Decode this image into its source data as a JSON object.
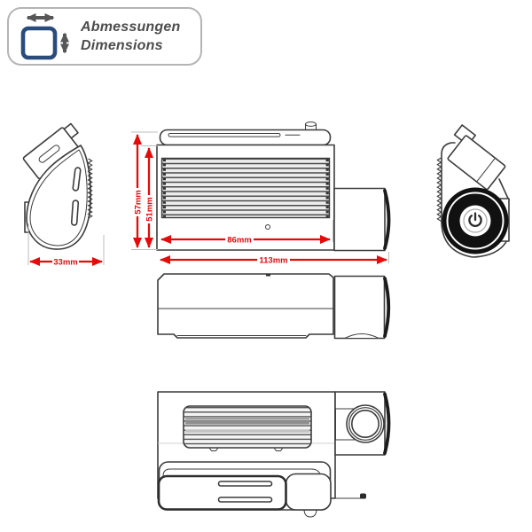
{
  "badge": {
    "line1": "Abmessungen",
    "line2": "Dimensions",
    "icon": "dimensions-size-icon"
  },
  "dimensions": {
    "total_height": "57mm",
    "body_height": "51mm",
    "body_width": "86mm",
    "total_width": "113mm",
    "depth": "33mm"
  },
  "icons": {
    "badge": "square-with-resize-arrows",
    "lens_center": "power-symbol"
  },
  "colors": {
    "dimension_red": "#e60a0a",
    "badge_blue": "#2a4c7d",
    "badge_arrow_gray": "#575757",
    "badge_text_gray": "#4d4d4d",
    "line_art_gray": "#3c3c3c",
    "lens_black": "#111111",
    "background": "#ffffff"
  }
}
